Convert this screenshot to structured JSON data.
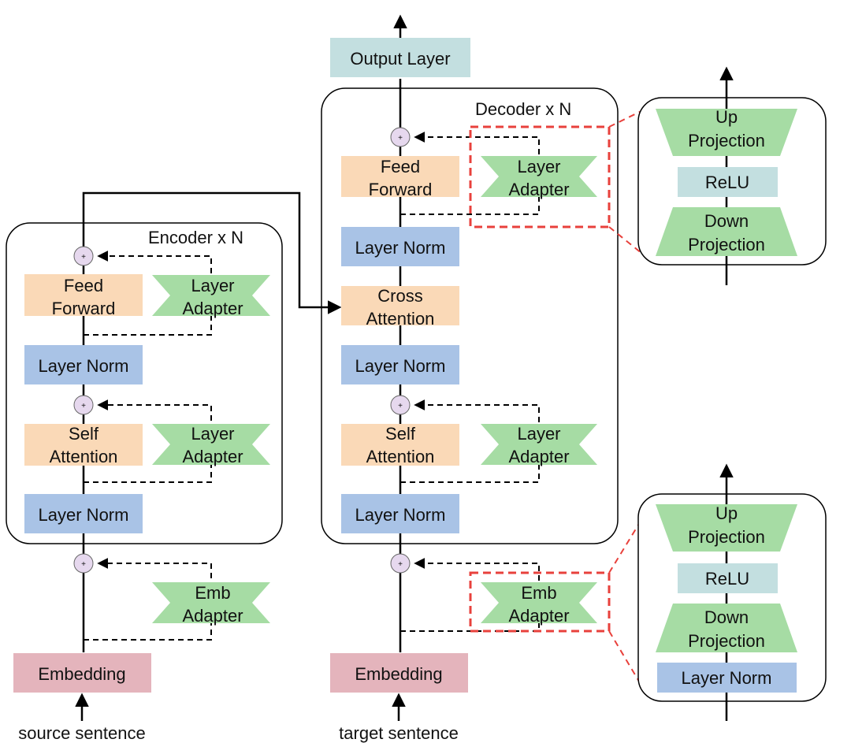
{
  "colors": {
    "output_layer": "#c3dfe0",
    "feed_forward": "#fad9b7",
    "layer_norm": "#a9c3e6",
    "adapter": "#a6dca4",
    "embedding": "#e4b4bc",
    "relu": "#c3dfe0",
    "plus_node": "#e6d8ee",
    "highlight": "#e8413c"
  },
  "encoder": {
    "title": "Encoder x N",
    "feed_forward": [
      "Feed",
      "Forward"
    ],
    "layer_adapter_1": [
      "Layer",
      "Adapter"
    ],
    "layer_norm_1": "Layer Norm",
    "self_attention": [
      "Self",
      "Attention"
    ],
    "layer_adapter_2": [
      "Layer",
      "Adapter"
    ],
    "layer_norm_2": "Layer Norm",
    "emb_adapter": [
      "Emb",
      "Adapter"
    ],
    "embedding": "Embedding",
    "input_label": "source sentence"
  },
  "decoder": {
    "title": "Decoder x N",
    "output_layer": "Output Layer",
    "feed_forward": [
      "Feed",
      "Forward"
    ],
    "layer_adapter_1": [
      "Layer",
      "Adapter"
    ],
    "layer_norm_1": "Layer Norm",
    "cross_attention": [
      "Cross",
      "Attention"
    ],
    "layer_norm_2": "Layer Norm",
    "self_attention": [
      "Self",
      "Attention"
    ],
    "layer_adapter_2": [
      "Layer",
      "Adapter"
    ],
    "layer_norm_3": "Layer Norm",
    "emb_adapter": [
      "Emb",
      "Adapter"
    ],
    "embedding": "Embedding",
    "input_label": "target sentence"
  },
  "layer_adapter_detail": {
    "up_projection": [
      "Up",
      "Projection"
    ],
    "relu": "ReLU",
    "down_projection": [
      "Down",
      "Projection"
    ]
  },
  "emb_adapter_detail": {
    "up_projection": [
      "Up",
      "Projection"
    ],
    "relu": "ReLU",
    "down_projection": [
      "Down",
      "Projection"
    ],
    "layer_norm": "Layer Norm"
  },
  "plus_symbol": "+"
}
